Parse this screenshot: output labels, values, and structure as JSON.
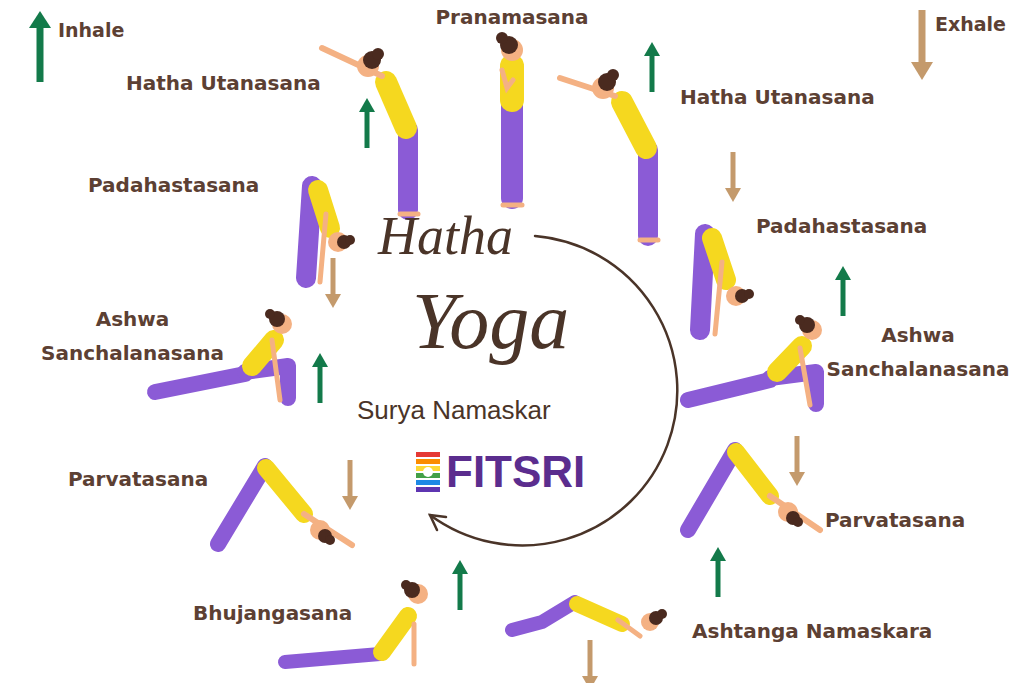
{
  "diagram": {
    "labels": [
      "Pranamasana",
      "Hatha Utanasana",
      "Hatha Utanasana",
      "Padahastasana",
      "Padahastasana",
      "Ashwa Sanchalanasana",
      "Ashwa Sanchalanasana",
      "Parvatasana",
      "Parvatasana",
      "Bhujangasana",
      "Ashtanga Namaskara",
      "Hatha",
      "Yoga",
      "Surya Namaskar",
      "FITSRI"
    ],
    "legend": [
      {
        "text": "Inhale"
      },
      {
        "text": "Exhale"
      }
    ]
  }
}
